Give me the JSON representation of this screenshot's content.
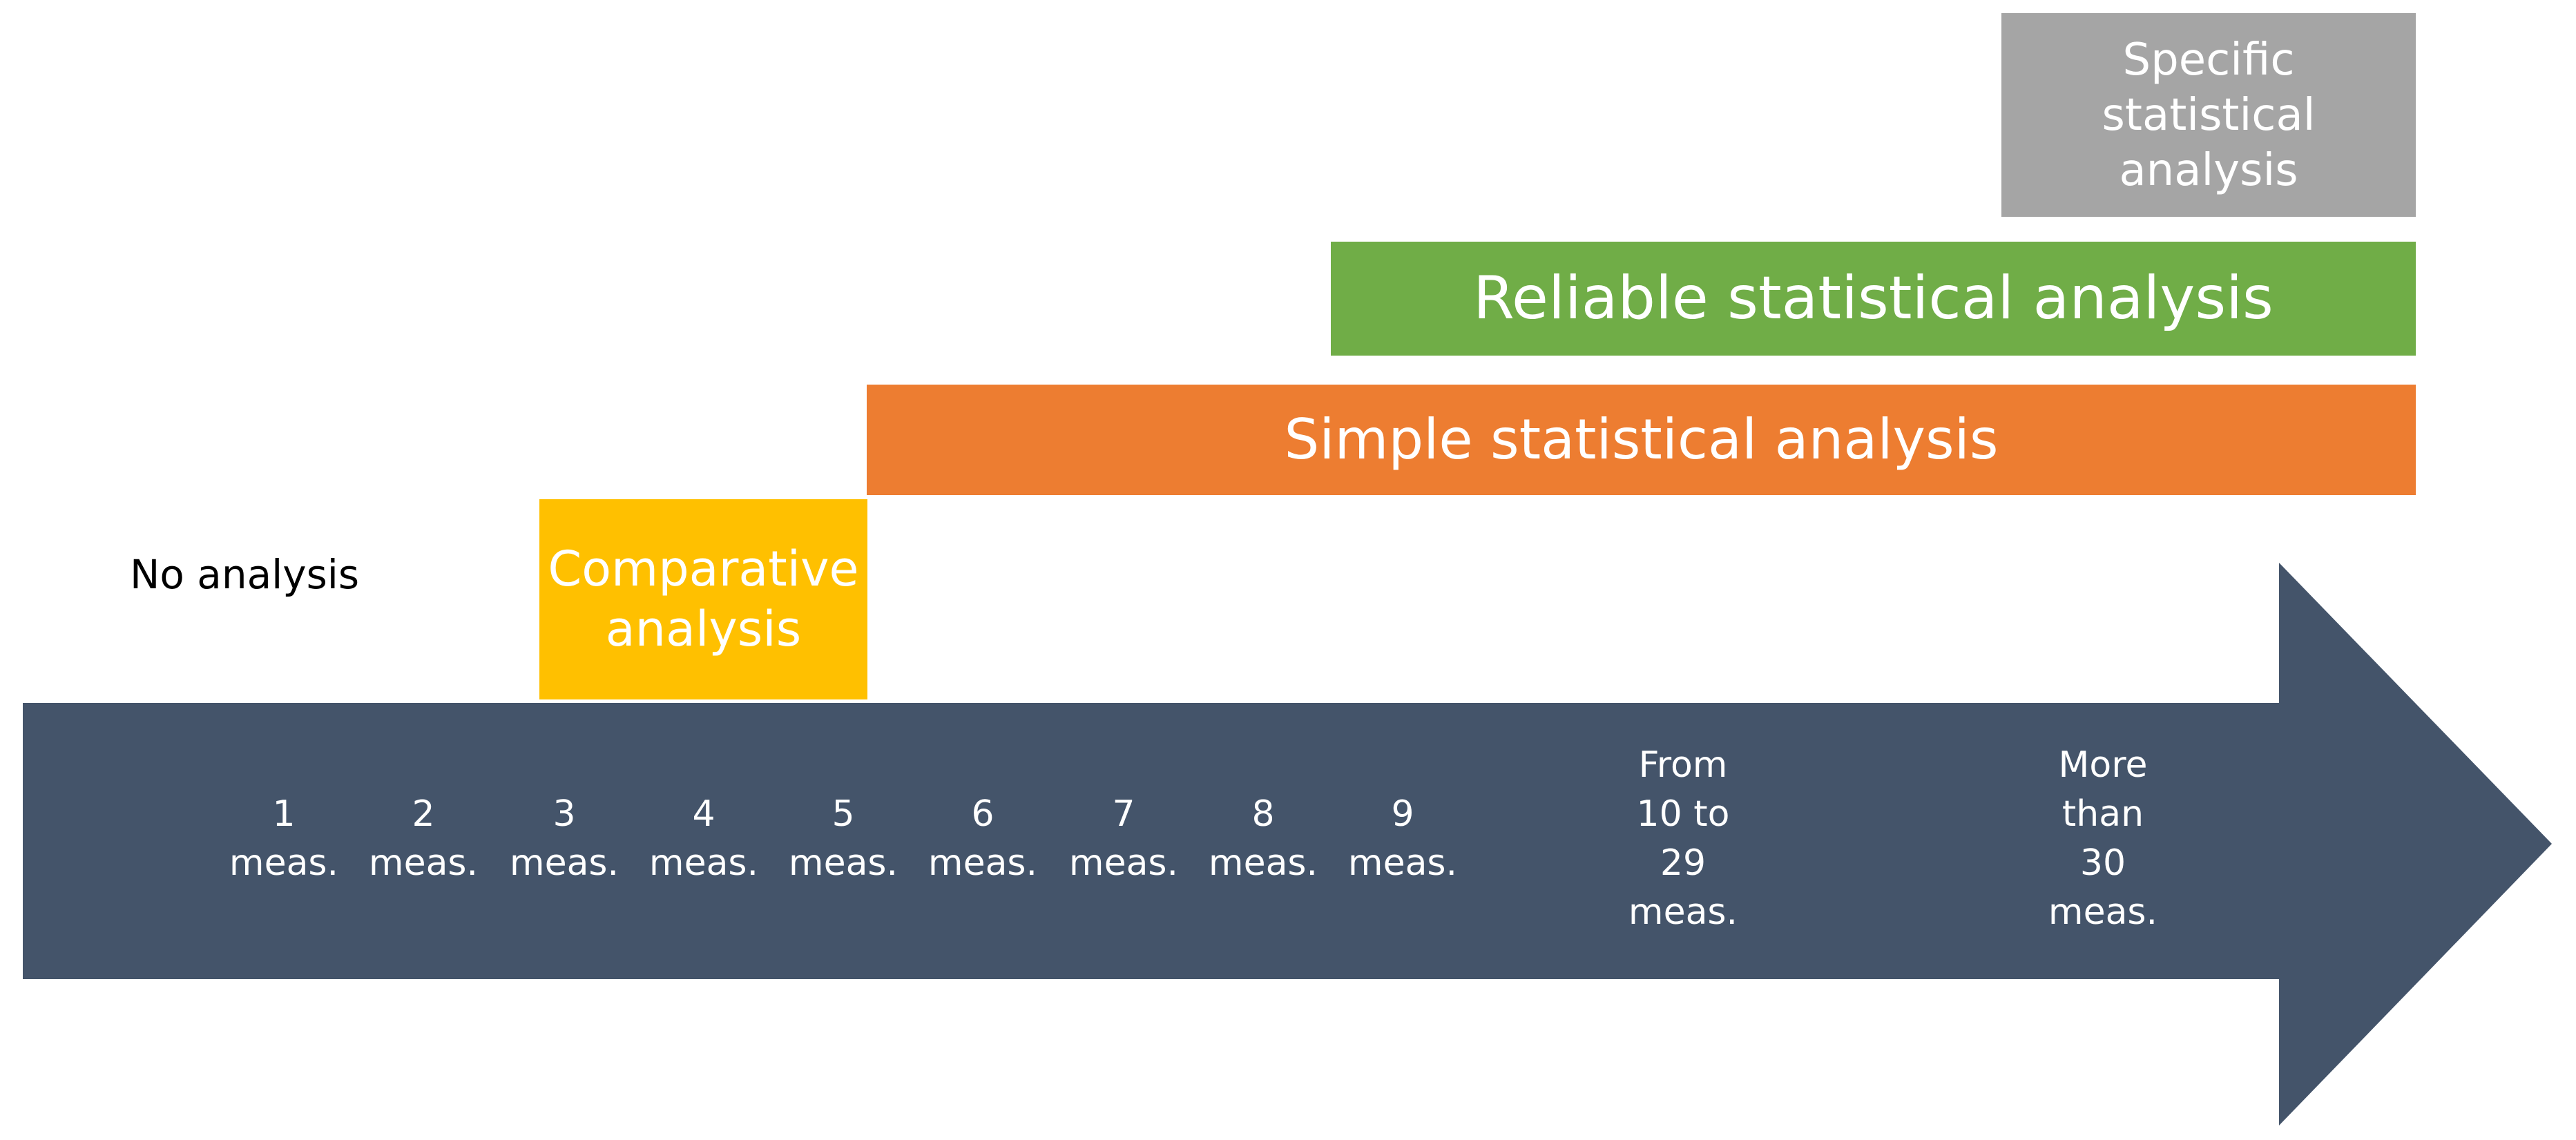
{
  "colors": {
    "arrow": "#44546A",
    "specific": "#A5A5A5",
    "reliable": "#70AD47",
    "simple": "#ED7D31",
    "comparative": "#FFC000"
  },
  "labels": {
    "no_analysis": "No analysis",
    "comparative": "Comparative analysis",
    "simple": "Simple statistical analysis",
    "reliable": "Reliable statistical analysis",
    "specific": "Specific statistical analysis"
  },
  "ticks": [
    "1\nmeas.",
    "2\nmeas.",
    "3\nmeas.",
    "4\nmeas.",
    "5\nmeas.",
    "6\nmeas.",
    "7\nmeas.",
    "8\nmeas.",
    "9\nmeas.",
    "From\n10 to\n29\nmeas.",
    "More\nthan\n30\nmeas."
  ]
}
